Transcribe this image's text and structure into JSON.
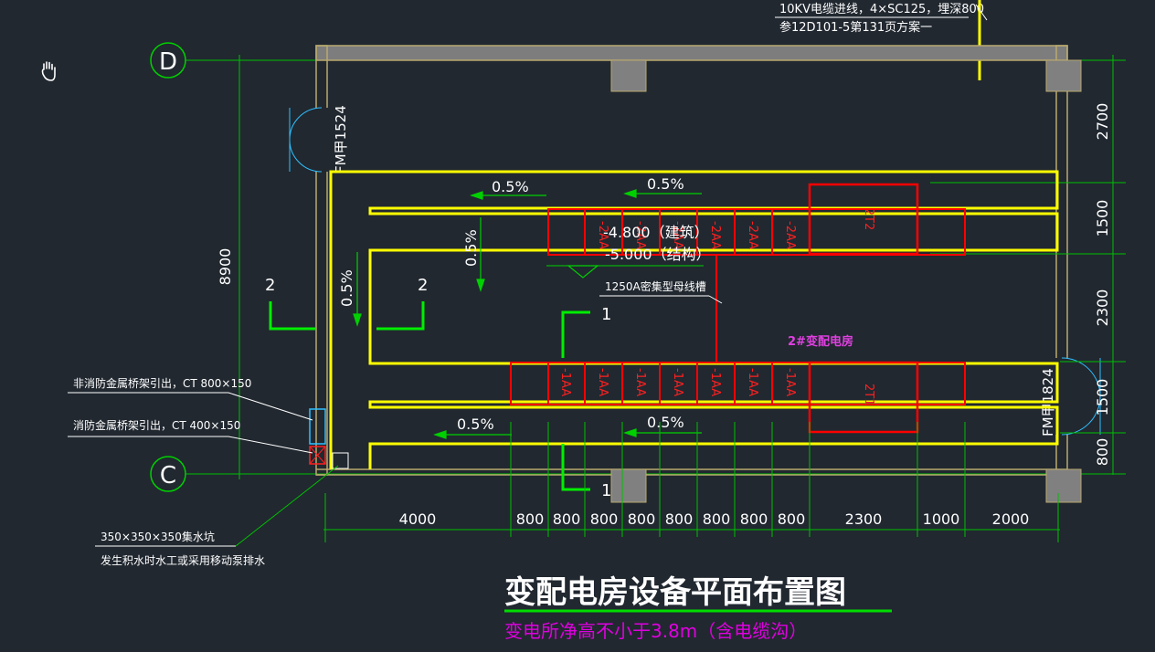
{
  "texts": {
    "cable_in_line1": "10KV电缆进线，4×SC125，埋深800",
    "cable_in_line2": "参12D101-5第131页方案一",
    "door_top": "FM甲1524",
    "door_right": "FM甲1824",
    "slope": "0.5%",
    "elev_building": "-4.800（建筑）",
    "elev_structure": "-5.000（结构）",
    "busway": "1250A密集型母线槽",
    "room_name": "2#变配电房",
    "non_fire_tray": "非消防金属桥架引出，CT 800×150",
    "fire_tray": "消防金属桥架引出，CT 400×150",
    "sump_line1": "350×350×350集水坑",
    "sump_line2": "发生积水时水工或采用移动泵排水",
    "title": "变配电房设备平面布置图",
    "subtitle": "变电所净高不小于3.8m（含电缆沟）",
    "section_1": "1",
    "section_2": "2",
    "axis_d": "D",
    "axis_c": "C",
    "transformer_top": "2T2",
    "transformer_bottom": "2T1"
  },
  "cabinets_top": [
    "-2AA",
    "-2AA",
    "-2AA",
    "-2AA",
    "-2AA",
    "-2AA"
  ],
  "cabinets_bottom": [
    "-1AA",
    "-1AA",
    "-1AA",
    "-1AA",
    "-1AA",
    "-1AA",
    "-1AA"
  ],
  "dims_horizontal": [
    "4000",
    "800",
    "800",
    "800",
    "800",
    "800",
    "800",
    "800",
    "800",
    "2300",
    "1000",
    "2000"
  ],
  "dims_vertical_right": [
    "2700",
    "1500",
    "2300",
    "1500",
    "800"
  ],
  "dim_vertical_left": "8900",
  "icons": [
    "hand-pan-icon"
  ],
  "colors": {
    "background": "#212830",
    "wall": "#b9a96f",
    "trench": "#ffff00",
    "equipment": "#ff0000",
    "dimension": "#00c000",
    "section": "#00ee00",
    "tray_blue": "#30c0ff",
    "title_underline": "#00dd00",
    "subtitle": "#e000e0"
  }
}
